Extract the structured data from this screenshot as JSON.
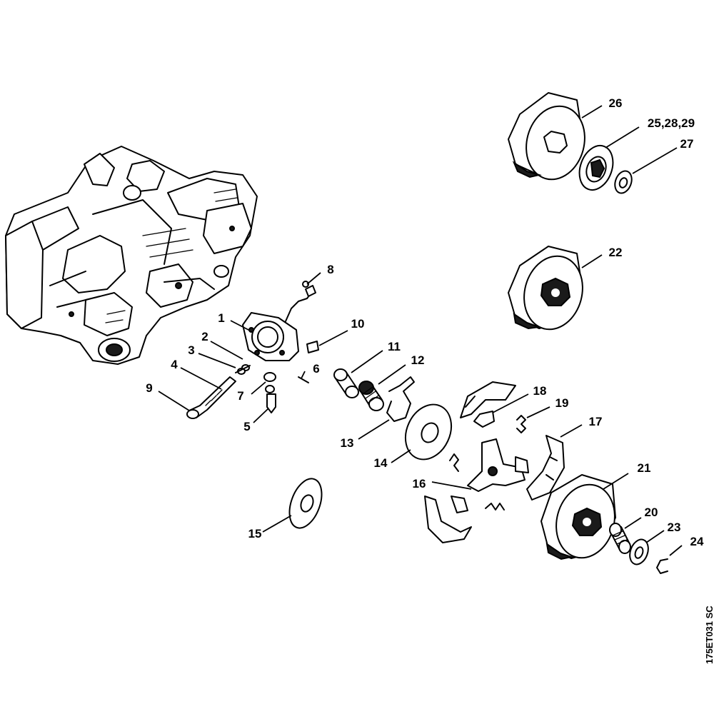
{
  "diagram": {
    "id": "175ET031 SC",
    "callouts": [
      {
        "key": "c1",
        "label": "1"
      },
      {
        "key": "c2",
        "label": "2"
      },
      {
        "key": "c3",
        "label": "3"
      },
      {
        "key": "c4",
        "label": "4"
      },
      {
        "key": "c5",
        "label": "5"
      },
      {
        "key": "c6",
        "label": "6"
      },
      {
        "key": "c7",
        "label": "7"
      },
      {
        "key": "c8",
        "label": "8"
      },
      {
        "key": "c9",
        "label": "9"
      },
      {
        "key": "c10",
        "label": "10"
      },
      {
        "key": "c11",
        "label": "11"
      },
      {
        "key": "c12",
        "label": "12"
      },
      {
        "key": "c13",
        "label": "13"
      },
      {
        "key": "c14",
        "label": "14"
      },
      {
        "key": "c15",
        "label": "15"
      },
      {
        "key": "c16",
        "label": "16"
      },
      {
        "key": "c17",
        "label": "17"
      },
      {
        "key": "c18",
        "label": "18"
      },
      {
        "key": "c19",
        "label": "19"
      },
      {
        "key": "c20",
        "label": "20"
      },
      {
        "key": "c21",
        "label": "21"
      },
      {
        "key": "c22",
        "label": "22"
      },
      {
        "key": "c23",
        "label": "23"
      },
      {
        "key": "c24",
        "label": "24"
      },
      {
        "key": "c25",
        "label": "25,28,29"
      },
      {
        "key": "c26",
        "label": "26"
      },
      {
        "key": "c27",
        "label": "27"
      }
    ]
  }
}
